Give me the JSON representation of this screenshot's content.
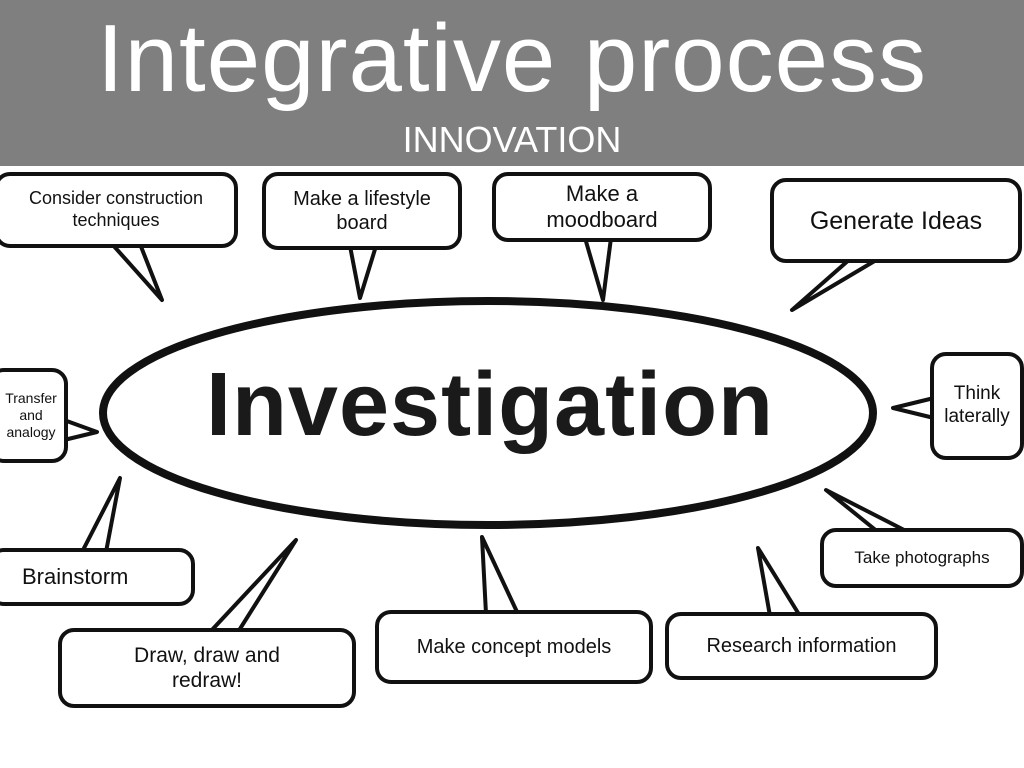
{
  "slide": {
    "title": "Integrative process",
    "subtitle": "INNOVATION"
  },
  "diagram": {
    "center": "Investigation",
    "bubbles": {
      "consider": "Consider construction techniques",
      "lifestyle": "Make a lifestyle board",
      "moodboard": "Make a moodboard",
      "generate": "Generate Ideas",
      "transfer": "Transfer and analogy",
      "think": "Think laterally",
      "brainstorm": "Brainstorm",
      "draw": "Draw, draw and redraw!",
      "concept": "Make concept models",
      "research": "Research information",
      "photos": "Take photographs"
    }
  }
}
